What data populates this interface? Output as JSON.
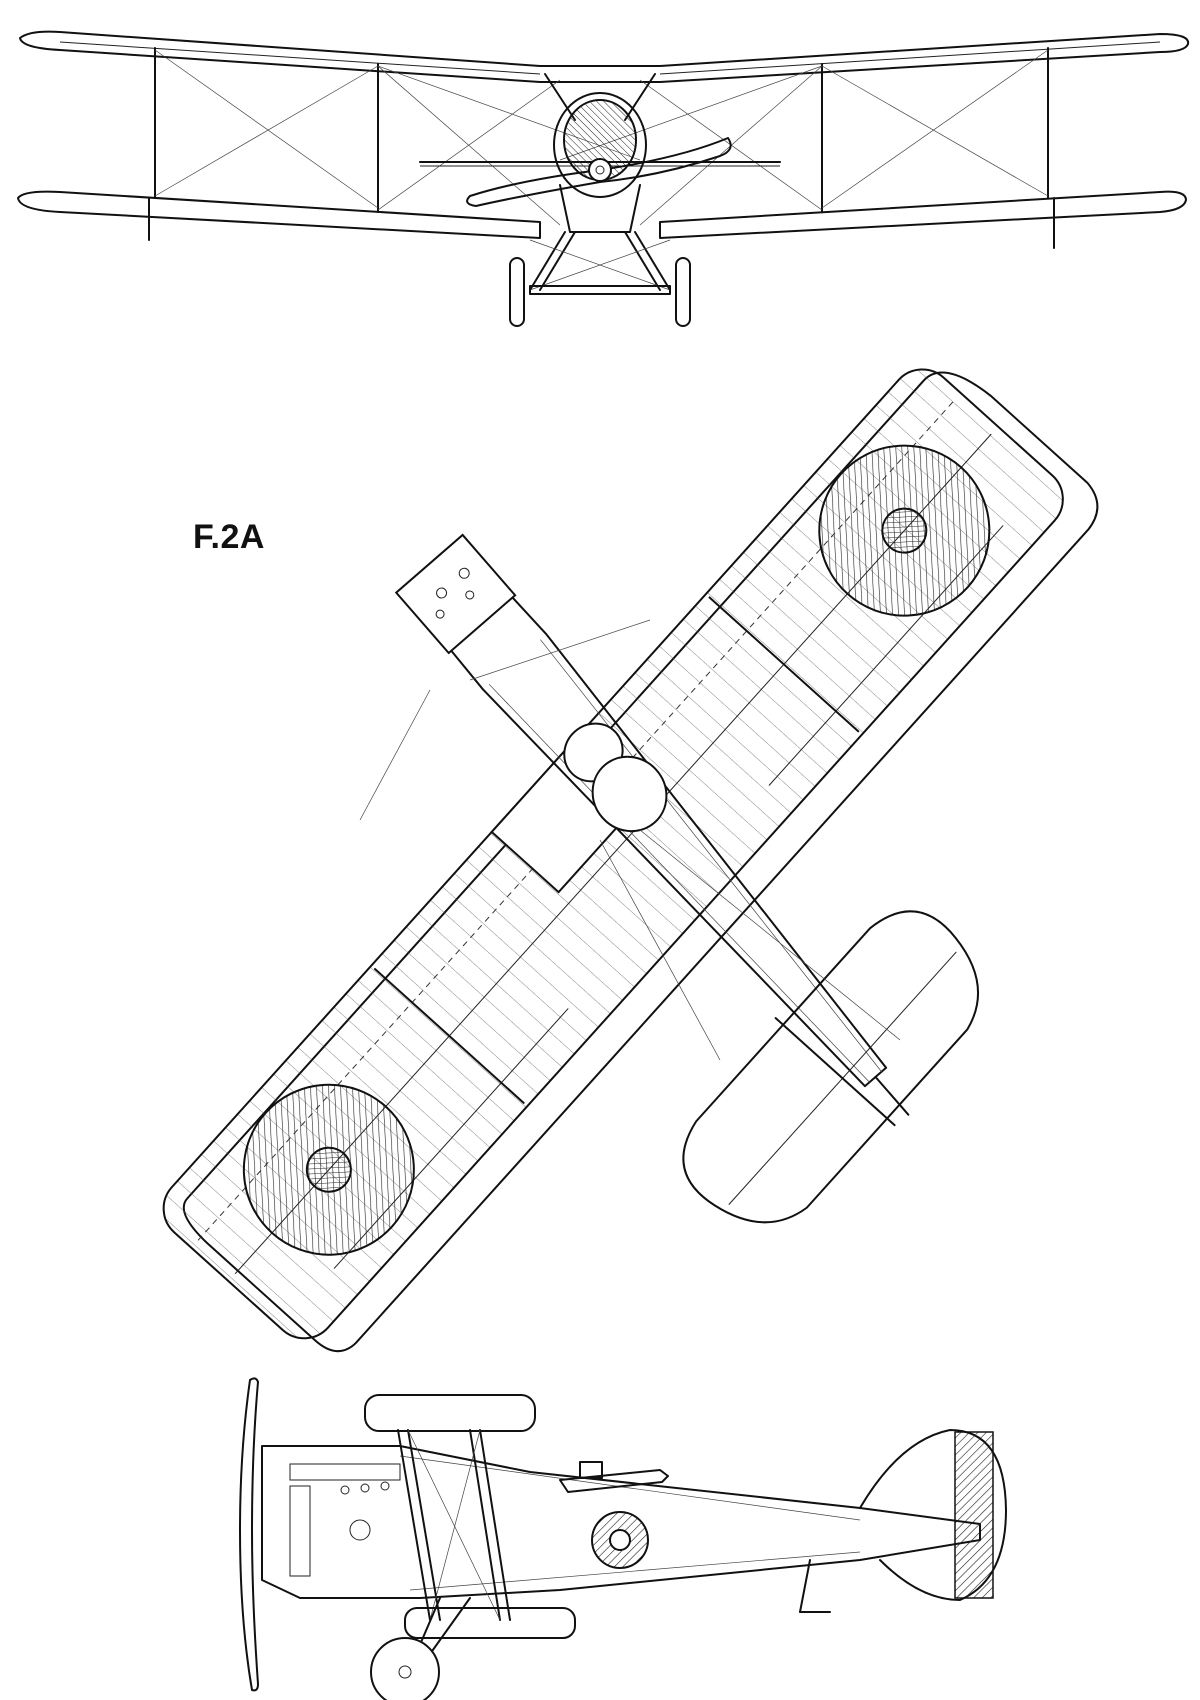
{
  "drawing": {
    "model_label": "F.2A",
    "views": [
      "front-view",
      "plan-view",
      "side-view"
    ]
  }
}
